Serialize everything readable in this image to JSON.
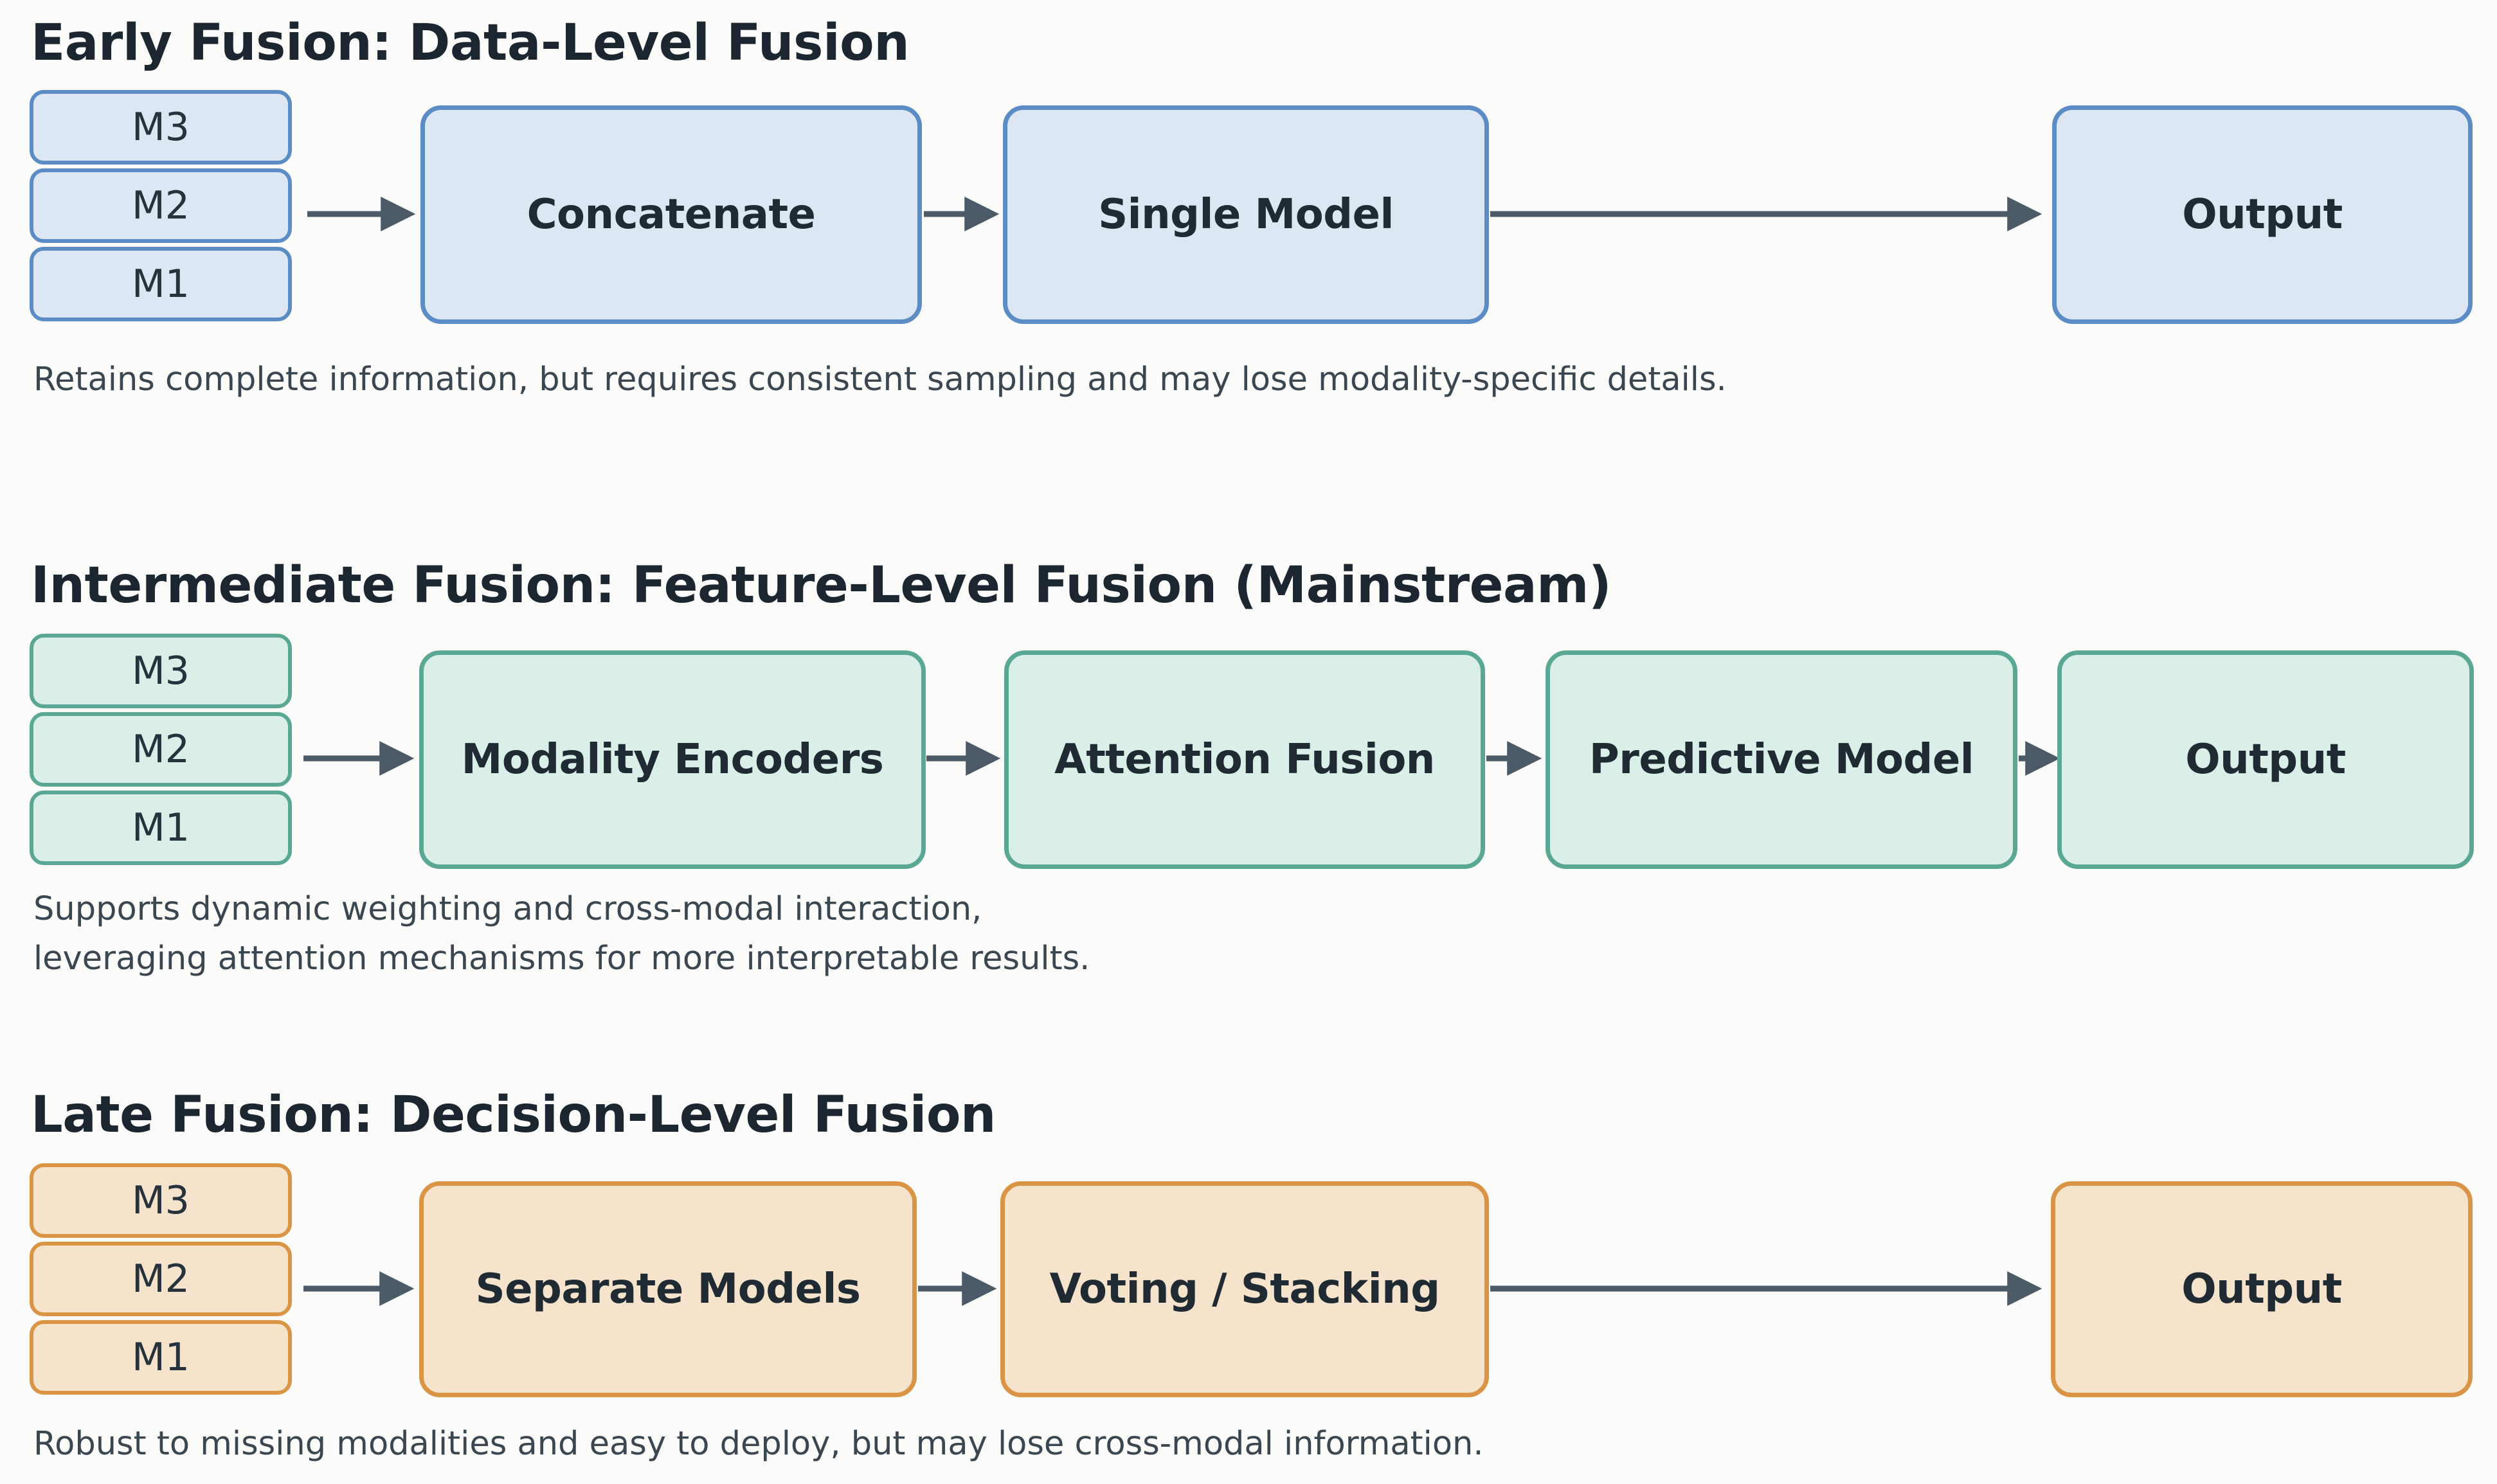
{
  "sections": [
    {
      "title": "Early Fusion: Data-Level Fusion",
      "modalities": [
        "M3",
        "M2",
        "M1"
      ],
      "steps": [
        "Concatenate",
        "Single Model"
      ],
      "output": "Output",
      "description": [
        "Retains complete information, but requires consistent sampling and may lose modality-specific details."
      ],
      "colors": {
        "fill": "#dce7f3",
        "border": "#5b8cc6"
      }
    },
    {
      "title": "Intermediate Fusion: Feature-Level Fusion (Mainstream)",
      "modalities": [
        "M3",
        "M2",
        "M1"
      ],
      "steps": [
        "Modality Encoders",
        "Attention Fusion",
        "Predictive Model"
      ],
      "output": "Output",
      "description": [
        "Supports dynamic weighting and cross-modal interaction,",
        "leveraging attention mechanisms for more interpretable results."
      ],
      "colors": {
        "fill": "#d9efe8",
        "border": "#5aa893"
      }
    },
    {
      "title": "Late Fusion: Decision-Level Fusion",
      "modalities": [
        "M3",
        "M2",
        "M1"
      ],
      "steps": [
        "Separate Models",
        "Voting / Stacking"
      ],
      "output": "Output",
      "description": [
        "Robust to missing modalities and easy to deploy, but may lose cross-modal information."
      ],
      "colors": {
        "fill": "#f6e3cc",
        "border": "#d99545"
      }
    }
  ],
  "arrow_color": "#4b5a66"
}
